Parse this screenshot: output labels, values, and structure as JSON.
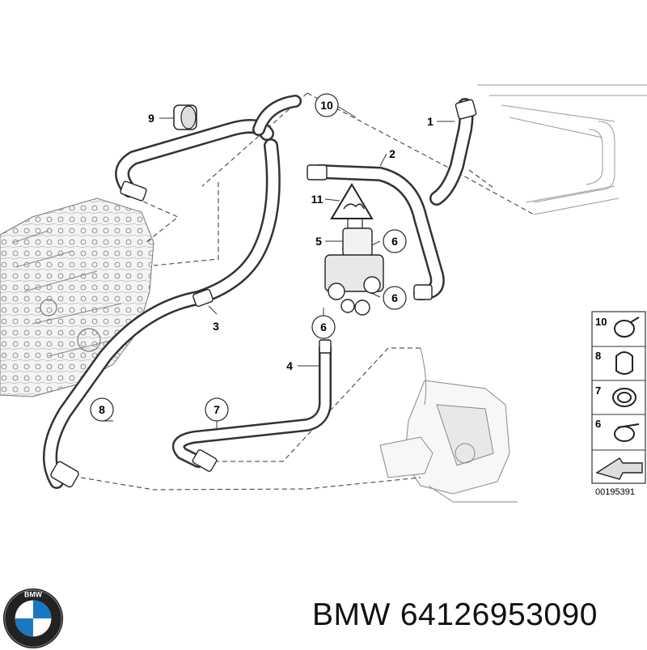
{
  "diagram": {
    "callouts": [
      "10",
      "1",
      "9",
      "2",
      "11",
      "5",
      "6",
      "6",
      "3",
      "6",
      "4",
      "8",
      "7"
    ],
    "legend": [
      "10",
      "8",
      "7",
      "6"
    ],
    "ref_code": "00195391"
  },
  "footer": {
    "brand": "BMW",
    "part_number": "64126953090",
    "logo_letters": "BMW"
  }
}
